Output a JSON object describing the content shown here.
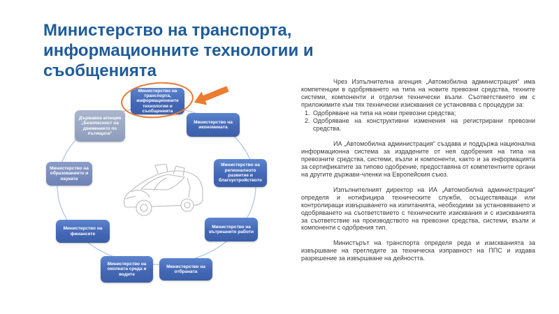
{
  "slide": {
    "title": "Министерство на транспорта, информационните технологии и съобщенията"
  },
  "diagram": {
    "type": "cycle",
    "center_image": "car-wireframe",
    "colors": {
      "node_blue": "#4472C4",
      "node_muted": "#9AA8C2",
      "node_light": "#7D92C2",
      "connector": "#AEC6E8",
      "highlight_orange": "#ED7D31",
      "title_blue": "#1F5B99"
    },
    "nodes": [
      {
        "id": "transport",
        "label": "Министерство на транспорта, информационните технологии и съобщенията",
        "highlighted": true
      },
      {
        "id": "ikonomika",
        "label": "Министерство на икономиката"
      },
      {
        "id": "regionalno",
        "label": "Министерство на регионалното развитие и благоустройството"
      },
      {
        "id": "vatreshni",
        "label": "Министерство на вътрешните работи"
      },
      {
        "id": "otbrana",
        "label": "Министерство на отбраната"
      },
      {
        "id": "okolna",
        "label": "Министерство на околната среда и водите"
      },
      {
        "id": "finansi",
        "label": "Министерство на финансите"
      },
      {
        "id": "obrazovanie",
        "label": "Министерство на образованието и науката"
      },
      {
        "id": "agencia",
        "label": "Държавна агенция „Безопасност на движението по пътищата“"
      }
    ]
  },
  "body": {
    "paragraphs": [
      "Чрез Изпълнителна агенция „Автомобилна администрация“ има компетенции в одобряването на типа на новите превозни средства, техните системи, компоненти и отделни технически възли. Съответствието им с приложимите към тях технически изисквания се установява с процедури за:",
      "ИА „Автомобилна администрация“ създава и поддържа национална информационна система за издадените от нея одобрения на типа на превозните средства, системи, възли и компоненти, както и за информацията за сертификатите за типово одобрение, предоставяна от компетентните органи на другите държави-членки на Европейския съюз.",
      "Изпълнителният директор на ИА „Автомобилна администрация“ определя и нотифицира техническите служби, осъществяващи или контролиращи извършването на изпитанията, необходими за установяването и одобряването на съответствието с техническите изисквания и с изискванията за съответствие на производството на превозни средства, системи, възли и компоненти с одобрения тип.",
      "Министърът на транспорта определя реда и изискванията за извършване на прегледите за техническа изправност на ППС и издава разрешение за извършване на дейността."
    ],
    "list": [
      "Одобряване на типа на нови превозни средства;",
      "Одобряване на конструктивни изменения на регистрирани превозни средства."
    ]
  }
}
